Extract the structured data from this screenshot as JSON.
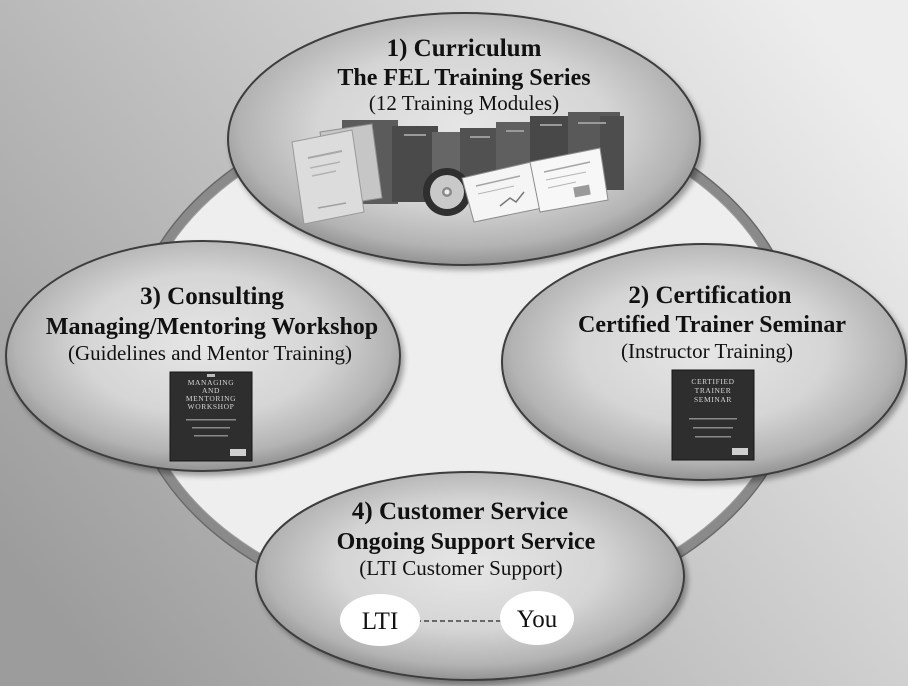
{
  "diagram": {
    "curriculum": {
      "heading": "1) Curriculum",
      "title": "The FEL Training Series",
      "subtitle": "(12 Training Modules)"
    },
    "certification": {
      "heading": "2) Certification",
      "title": "Certified Trainer Seminar",
      "subtitle": "(Instructor Training)",
      "cover_title": [
        "CERTIFIED",
        "TRAINER",
        "SEMINAR"
      ]
    },
    "consulting": {
      "heading": "3) Consulting",
      "title": "Managing/Mentoring Workshop",
      "subtitle": "(Guidelines and Mentor Training)",
      "cover_title": [
        "MANAGING",
        "AND",
        "MENTORING",
        "WORKSHOP"
      ]
    },
    "customer_service": {
      "heading": "4) Customer Service",
      "title": "Ongoing Support Service",
      "subtitle": "(LTI Customer Support)",
      "link_from": "LTI",
      "link_to": "You"
    }
  },
  "colors": {
    "background_dark": "#9c9c9c",
    "background_light": "#ededed",
    "ring_stroke": "#8a8a8a",
    "ring_fill": "#eeeeee",
    "bubble_center": "#e6e6e6",
    "bubble_edge": "#8e8e8e",
    "bubble_rim": "#3c3c3c",
    "cover": "#2e2e2e",
    "node_fill": "#ffffff",
    "text": "#111111"
  }
}
